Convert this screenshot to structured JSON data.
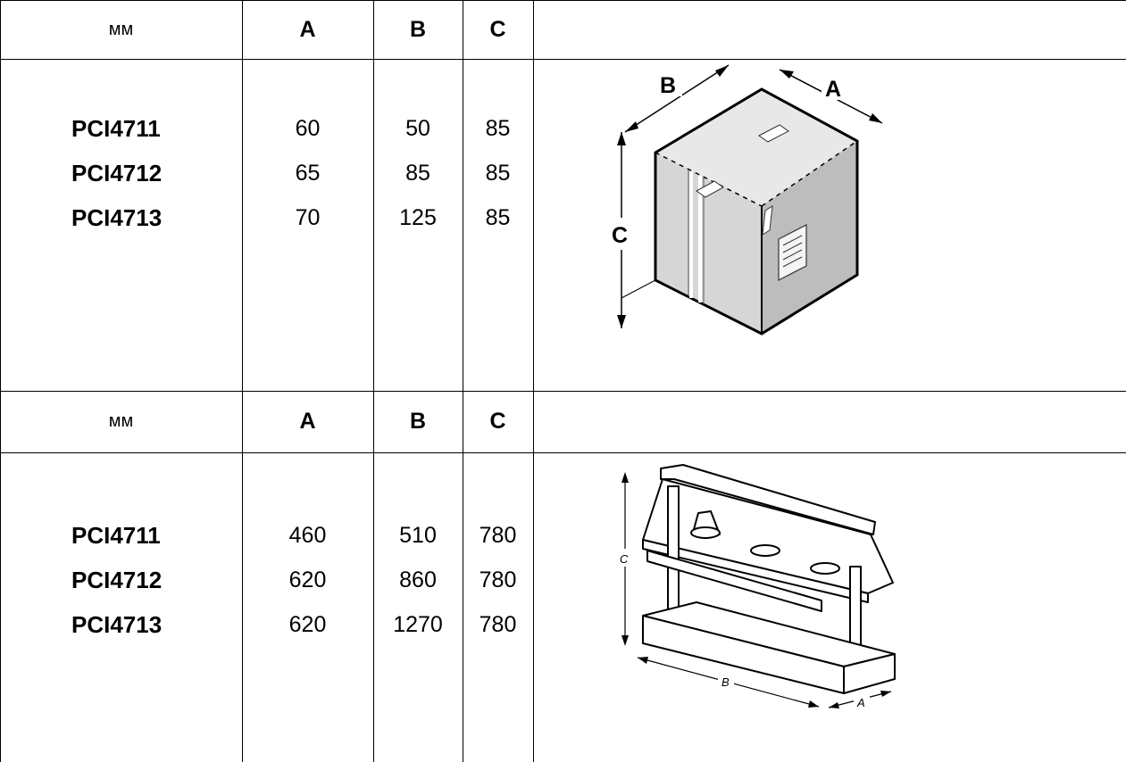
{
  "sections": [
    {
      "header": {
        "unit": "мм",
        "columns": [
          "A",
          "B",
          "C"
        ]
      },
      "rows": [
        {
          "model": "PCI4711",
          "values": [
            "60",
            "50",
            "85"
          ]
        },
        {
          "model": "PCI4712",
          "values": [
            "65",
            "85",
            "85"
          ]
        },
        {
          "model": "PCI4713",
          "values": [
            "70",
            "125",
            "85"
          ]
        }
      ],
      "illustration": {
        "name": "packed-box-icon",
        "labels": {
          "a": "A",
          "b": "B",
          "c": "C"
        }
      }
    },
    {
      "header": {
        "unit": "мм",
        "columns": [
          "A",
          "B",
          "C"
        ]
      },
      "rows": [
        {
          "model": "PCI4711",
          "values": [
            "460",
            "510",
            "780"
          ]
        },
        {
          "model": "PCI4712",
          "values": [
            "620",
            "860",
            "780"
          ]
        },
        {
          "model": "PCI4713",
          "values": [
            "620",
            "1270",
            "780"
          ]
        }
      ],
      "illustration": {
        "name": "heat-lamp-unit-icon",
        "labels": {
          "a": "A",
          "b": "B",
          "c": "C"
        }
      }
    }
  ]
}
